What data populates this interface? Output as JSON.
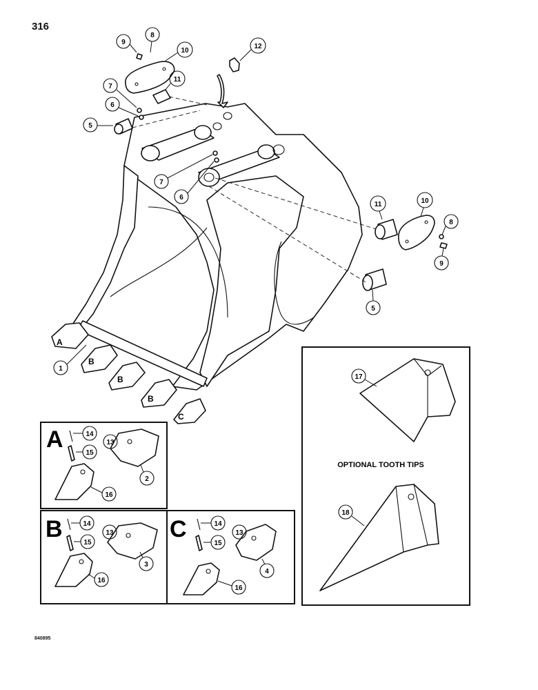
{
  "page": {
    "number": "316",
    "drawing_code": "840895"
  },
  "callouts": {
    "c1": "1",
    "c2": "2",
    "c3": "3",
    "c4": "4",
    "c5a": "5",
    "c5b": "5",
    "c6a": "6",
    "c6b": "6",
    "c7a": "7",
    "c7b": "7",
    "c8a": "8",
    "c8b": "8",
    "c9a": "9",
    "c9b": "9",
    "c10a": "10",
    "c10b": "10",
    "c11a": "11",
    "c11b": "11",
    "c12": "12",
    "c13a": "13",
    "c13b": "13",
    "c13c": "13",
    "c14a": "14",
    "c14b": "14",
    "c14c": "14",
    "c15a": "15",
    "c15b": "15",
    "c15c": "15",
    "c16a": "16",
    "c16b": "16",
    "c16c": "16",
    "c17": "17",
    "c18": "18"
  },
  "tooth_labels": {
    "a": "A",
    "b1": "B",
    "b2": "B",
    "b3": "B",
    "c": "C"
  },
  "details": {
    "a": {
      "letter": "A"
    },
    "b": {
      "letter": "B"
    },
    "c": {
      "letter": "C"
    }
  },
  "optional_panel": {
    "title": "OPTIONAL TOOTH TIPS"
  }
}
